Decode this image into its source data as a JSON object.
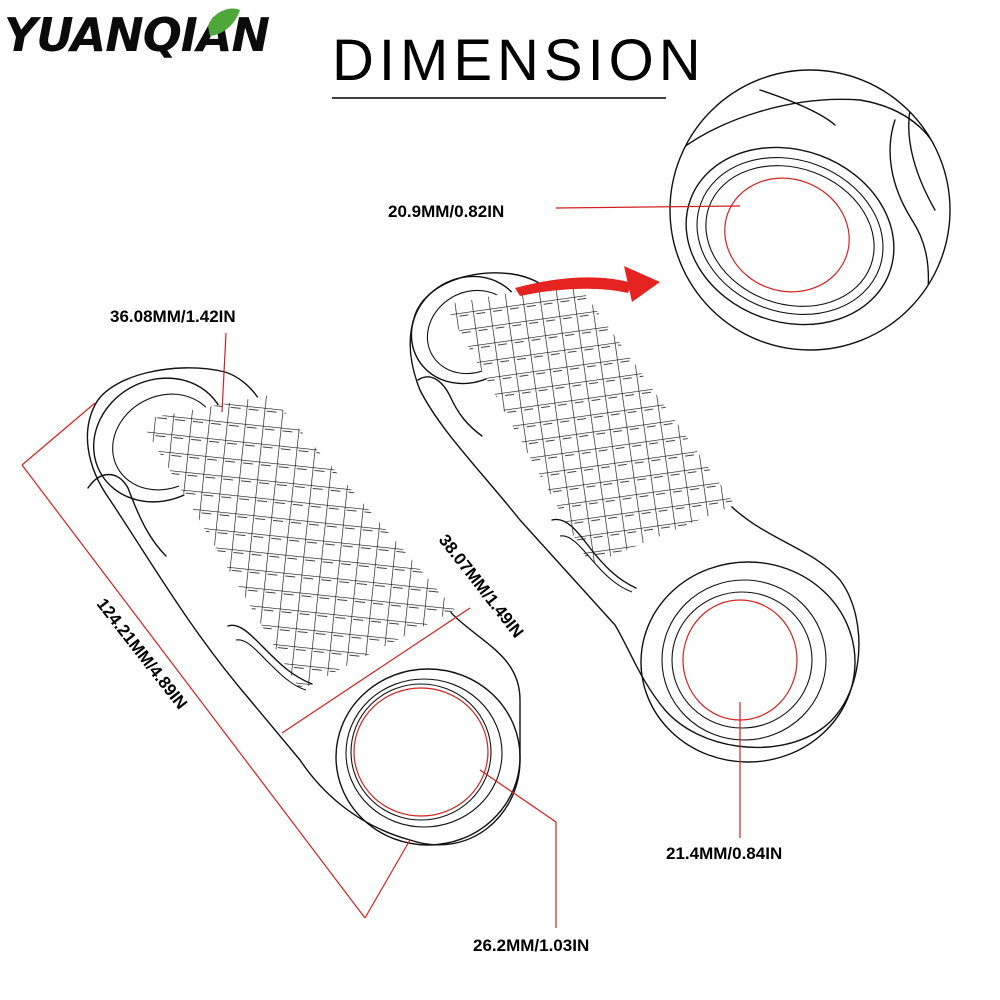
{
  "brand": {
    "name": "YUANQIAN",
    "leaf_color": "#4fa63b"
  },
  "title": "DIMENSION",
  "colors": {
    "ink": "#111111",
    "dimension_line": "#d42020",
    "arrow": "#e52421"
  },
  "dimensions": {
    "top_outer_diameter": "36.08MM/1.42IN",
    "length": "124.21MM/4.89IN",
    "bottom_outer_diameter": "38.07MM/1.49IN",
    "left_inner_diameter": "26.2MM/1.03IN",
    "zoom_inner_diameter": "20.9MM/0.82IN",
    "right_inner_diameter": "21.4MM/0.84IN"
  }
}
